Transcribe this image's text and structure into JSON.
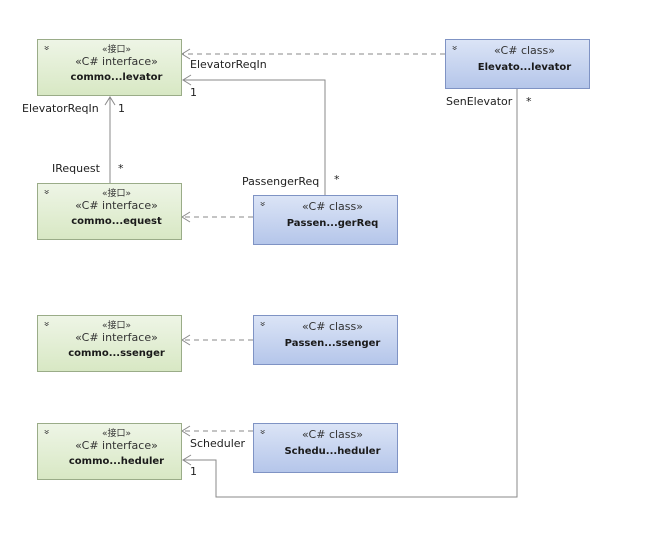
{
  "interfaces": [
    {
      "id": "i1",
      "stereotype_native": "«接口»",
      "stereotype": "«C# interface»",
      "name": "commo...levator"
    },
    {
      "id": "i2",
      "stereotype_native": "«接口»",
      "stereotype": "«C# interface»",
      "name": "commo...equest"
    },
    {
      "id": "i3",
      "stereotype_native": "«接口»",
      "stereotype": "«C# interface»",
      "name": "commo...ssenger"
    },
    {
      "id": "i4",
      "stereotype_native": "«接口»",
      "stereotype": "«C# interface»",
      "name": "commo...heduler"
    }
  ],
  "classes": [
    {
      "id": "c1",
      "stereotype": "«C# class»",
      "name": "Elevato...levator"
    },
    {
      "id": "c2",
      "stereotype": "«C# class»",
      "name": "Passen...gerReq"
    },
    {
      "id": "c3",
      "stereotype": "«C# class»",
      "name": "Passen...ssenger"
    },
    {
      "id": "c4",
      "stereotype": "«C# class»",
      "name": "Schedu...heduler"
    }
  ],
  "labels": {
    "elevatorReqIn_top": "ElevatorReqIn",
    "mult_1_top": "1",
    "elevatorReqIn_left": "ElevatorReqIn",
    "mult_1_left": "1",
    "senElevator": "SenElevator",
    "mult_star_sen": "*",
    "irequest": "IRequest",
    "mult_star_irequest": "*",
    "passengerReq": "PassengerReq",
    "mult_star_passreq": "*",
    "scheduler": "Scheduler",
    "mult_1_scheduler": "1"
  },
  "colors": {
    "interface_fill": "#d8e8c4",
    "class_fill": "#b5c6ea",
    "line": "#808080"
  }
}
